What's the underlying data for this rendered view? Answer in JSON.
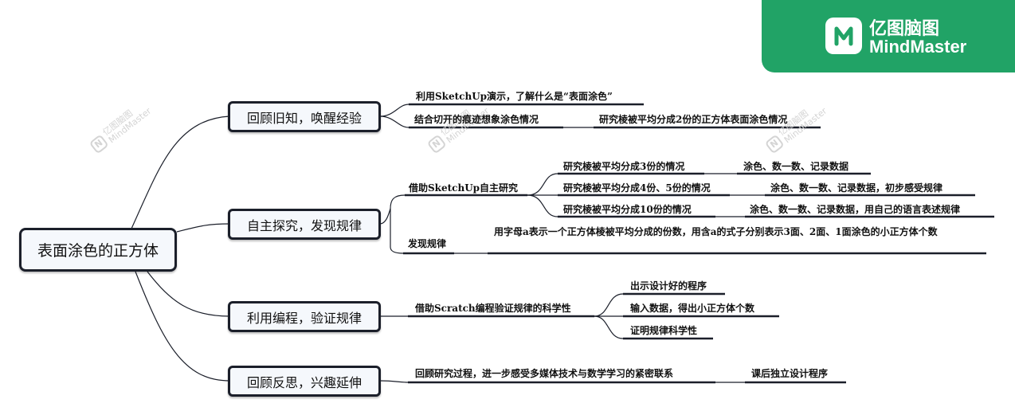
{
  "colors": {
    "brand": "#21a366",
    "line": "#1b1f2a",
    "box_fill": "#f5f8fc"
  },
  "brand": {
    "cn": "亿图脑图",
    "en": "MindMaster"
  },
  "watermark": {
    "cn": "亿图脑图",
    "en": "MindMaster"
  },
  "root": "表面涂色的正方体",
  "branches": [
    "回顾旧知，唤醒经验",
    "自主探究，发现规律",
    "利用编程，验证规律",
    "回顾反思，兴趣延伸"
  ],
  "leaves": {
    "b1_1": "利用SketchUp演示，了解什么是“表面涂色”",
    "b1_2": "结合切开的痕迹想象涂色情况",
    "b1_2_1": "研究棱被平均分成2份的正方体表面涂色情况",
    "b2_1": "借助SketchUp自主研究",
    "b2_1_1": "研究棱被平均分成3份的情况",
    "b2_1_1_1": "涂色、数一数、记录数据",
    "b2_1_2": "研究棱被平均分成4份、5份的情况",
    "b2_1_2_1": "涂色、数一数、记录数据，初步感受规律",
    "b2_1_3": "研究棱被平均分成10份的情况",
    "b2_1_3_1": "涂色、数一数、记录数据，用自己的语言表述规律",
    "b2_2": "发现规律",
    "b2_2_1": "用字母a表示一个正方体棱被平均分成的份数，用含a的式子分别表示3面、2面、1面涂色的小正方体个数",
    "b3_1": "借助Scratch编程验证规律的科学性",
    "b3_1_1": "出示设计好的程序",
    "b3_1_2": "输入数据，得出小正方体个数",
    "b3_1_3": "证明规律科学性",
    "b4_1": "回顾研究过程，进一步感受多媒体技术与数学学习的紧密联系",
    "b4_1_1": "课后独立设计程序"
  }
}
